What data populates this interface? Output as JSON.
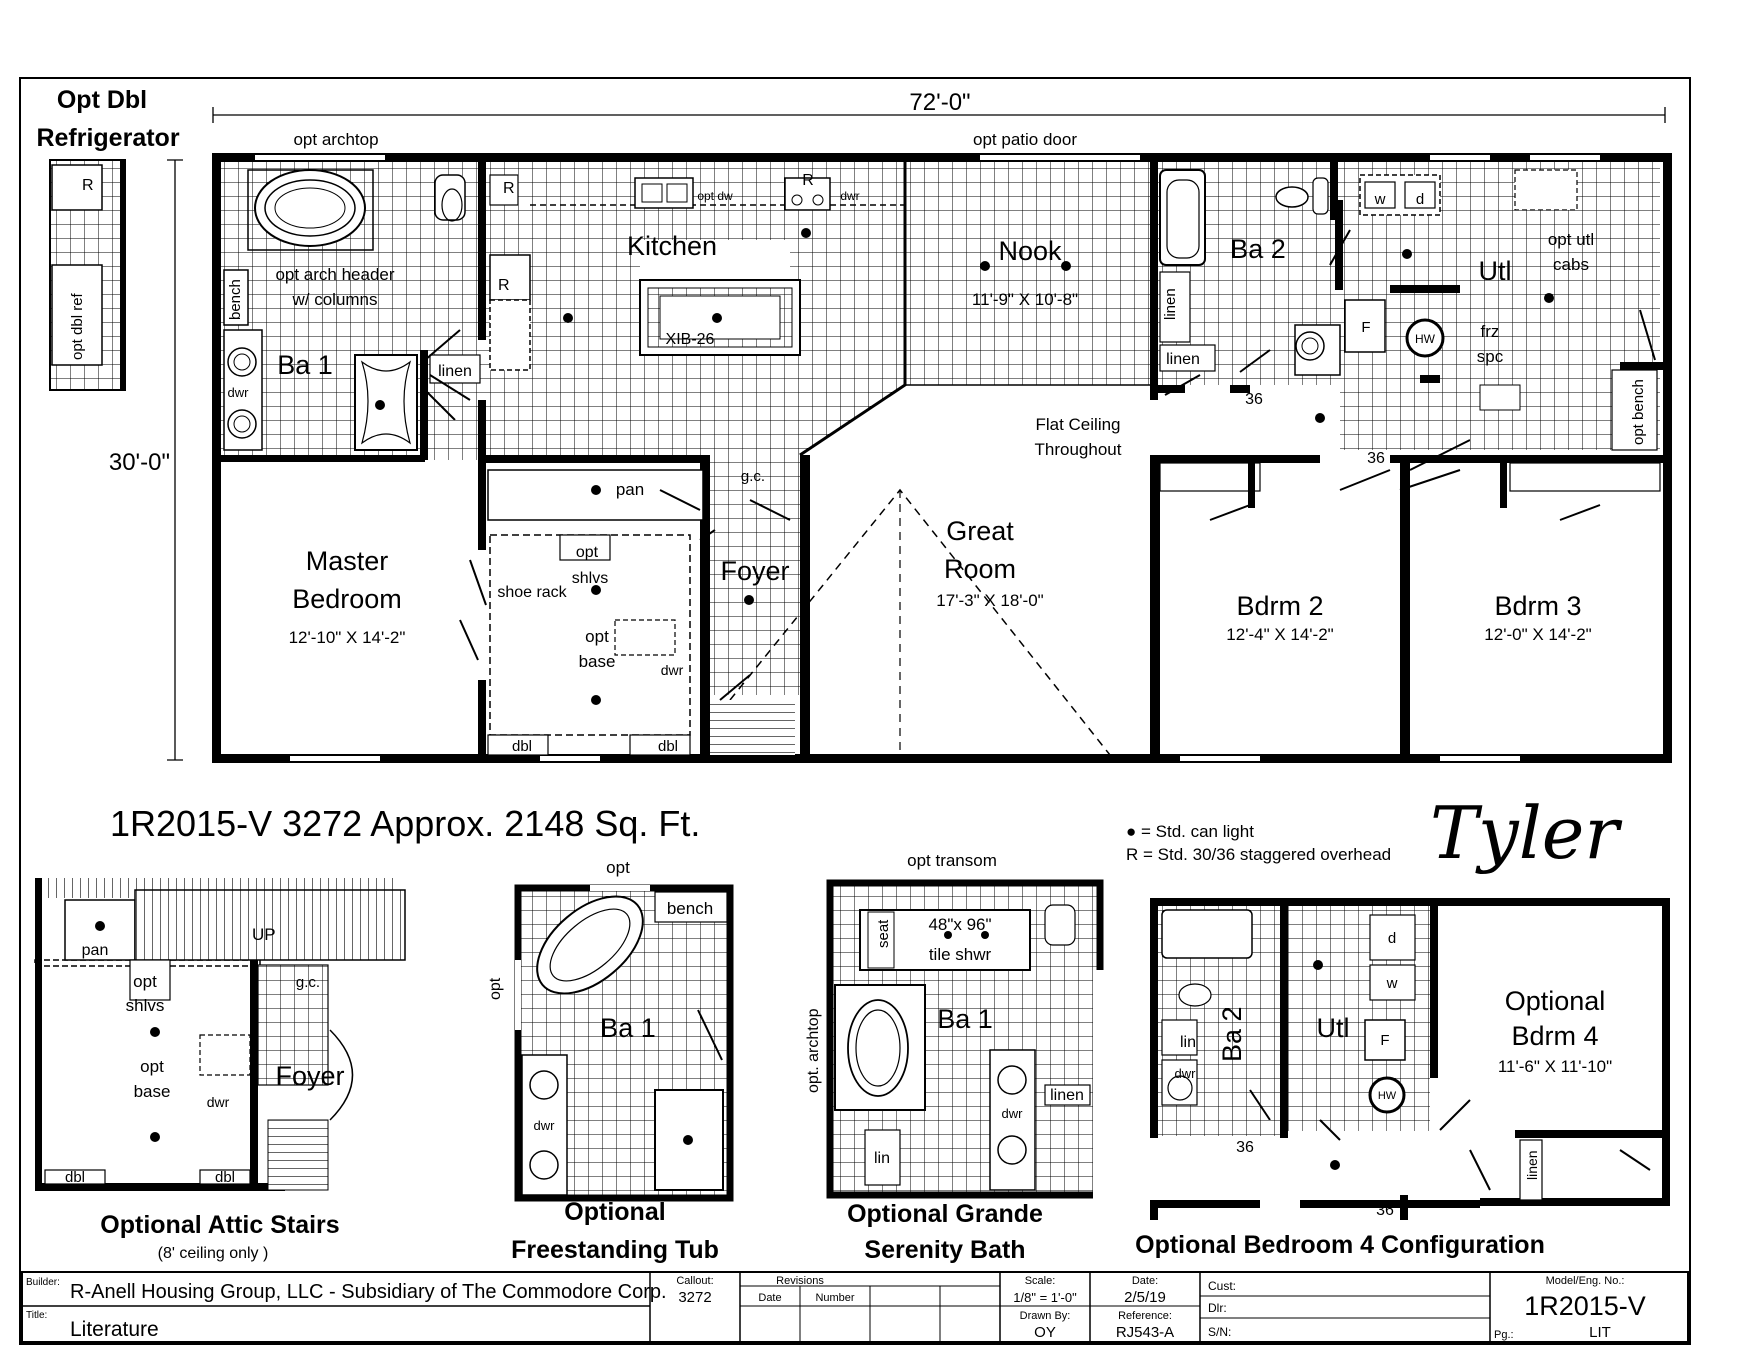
{
  "plan": {
    "overall_width": "72'-0\"",
    "overall_depth": "30'-0\"",
    "opt_archtop": "opt archtop",
    "opt_patio_door": "opt patio door",
    "opt_dbl_refrigerator_line1": "Opt Dbl",
    "opt_dbl_refrigerator_line2": "Refrigerator",
    "opt_dbl_ref": "opt dbl ref",
    "model_title": "1R2015-V 3272  Approx. 2148 Sq. Ft.",
    "signature": "Tyler",
    "legend": {
      "can_light": "● = Std. can light",
      "overhead": "R = Std. 30/36 staggered overhead"
    },
    "rooms": {
      "master_bedroom_1": "Master",
      "master_bedroom_2": "Bedroom",
      "master_bedroom_dim": "12'-10\" X 14'-2\"",
      "kitchen": "Kitchen",
      "island": "XIB-26",
      "nook": "Nook",
      "nook_dim": "11'-9\" X 10'-8\"",
      "ba2": "Ba 2",
      "utl": "Utl",
      "opt_utl": "opt utl",
      "cabs": "cabs",
      "great_room_1": "Great",
      "great_room_2": "Room",
      "great_room_dim": "17'-3\" X 18'-0\"",
      "foyer": "Foyer",
      "bdrm2": "Bdrm 2",
      "bdrm2_dim": "12'-4\" X 14'-2\"",
      "bdrm3": "Bdrm 3",
      "bdrm3_dim": "12'-0\" X 14'-2\"",
      "ba1": "Ba 1",
      "flat_ceiling_1": "Flat Ceiling",
      "flat_ceiling_2": "Throughout",
      "opt_arch_header": "opt arch header",
      "w_columns": "w/ columns"
    },
    "labels": {
      "bench": "bench",
      "dwr": "dwr",
      "linen": "linen",
      "pan": "pan",
      "gc": "g.c.",
      "opt": "opt",
      "shlvs": "shlvs",
      "shoe_rack": "shoe rack",
      "base": "base",
      "dbl": "dbl",
      "frz": "frz",
      "spc": "spc",
      "opt_bench": "opt bench",
      "num36": "36",
      "opt_dw": "opt dw",
      "R": "R",
      "w": "w",
      "d": "d",
      "F": "F",
      "HW": "HW",
      "up": "UP",
      "lin": "lin",
      "seat": "seat"
    }
  },
  "insets": {
    "attic": {
      "title": "Optional Attic Stairs",
      "note": "(8' ceiling only )"
    },
    "tub": {
      "title1": "Optional",
      "title2": "Freestanding Tub",
      "ba1": "Ba 1",
      "bench": "bench"
    },
    "bath": {
      "title1": "Optional Grande",
      "title2": "Serenity Bath",
      "opt_transom": "opt transom",
      "size": "48\"x 96\"",
      "shower": "tile shwr",
      "archtop": "opt. archtop",
      "ba1": "Ba 1"
    },
    "bdrm4": {
      "title": "Optional Bedroom 4 Configuration",
      "room1": "Optional",
      "room2": "Bdrm 4",
      "dim": "11'-6\" X 11'-10\""
    }
  },
  "title_block": {
    "builder_label": "Builder:",
    "builder": "R-Anell Housing Group, LLC - Subsidiary of The Commodore Corp.",
    "title_label": "Title:",
    "title": "Literature",
    "callout_label": "Callout:",
    "callout": "3272",
    "revisions_label": "Revisions",
    "date_col": "Date",
    "number_col": "Number",
    "scale_label": "Scale:",
    "scale": "1/8\" = 1'-0\"",
    "date_label": "Date:",
    "date": "2/5/19",
    "drawn_label": "Drawn By:",
    "drawn": "OY",
    "reference_label": "Reference:",
    "reference": "RJ543-A",
    "cust_label": "Cust:",
    "dlr_label": "Dlr:",
    "sn_label": "S/N:",
    "model_label": "Model/Eng. No.:",
    "model": "1R2015-V",
    "pg_label": "Pg.:",
    "pg": "LIT"
  }
}
